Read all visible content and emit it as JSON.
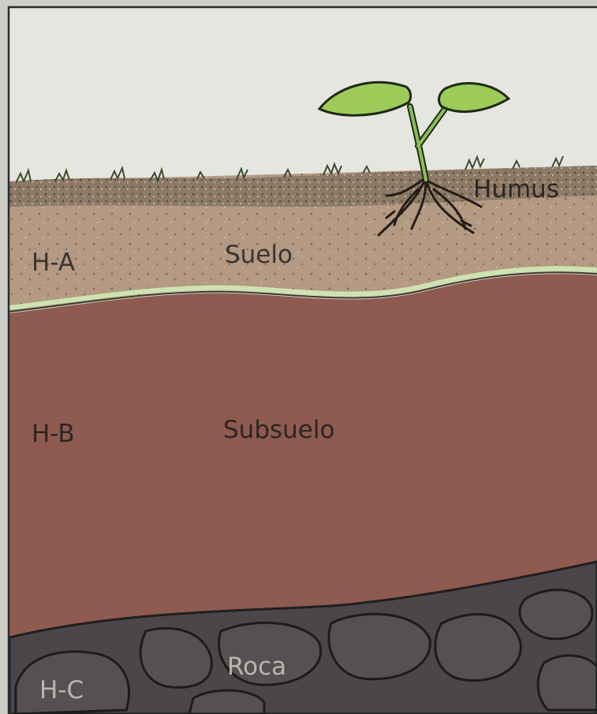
{
  "diagram": {
    "horizons": [
      {
        "code": "H-A",
        "name": "Suelo",
        "color": "#b49983"
      },
      {
        "code": "H-B",
        "name": "Subsuelo",
        "color": "#8f5a4f"
      },
      {
        "code": "H-C",
        "name": "Roca",
        "color": "#4a4649"
      }
    ],
    "humus_label": "Humus",
    "colors": {
      "sky": "#e6e6e0",
      "humus": "#8c7a66",
      "leaf": "#9ccb5a",
      "stem": "#6fa84a",
      "outline": "#1f1f1f"
    }
  }
}
